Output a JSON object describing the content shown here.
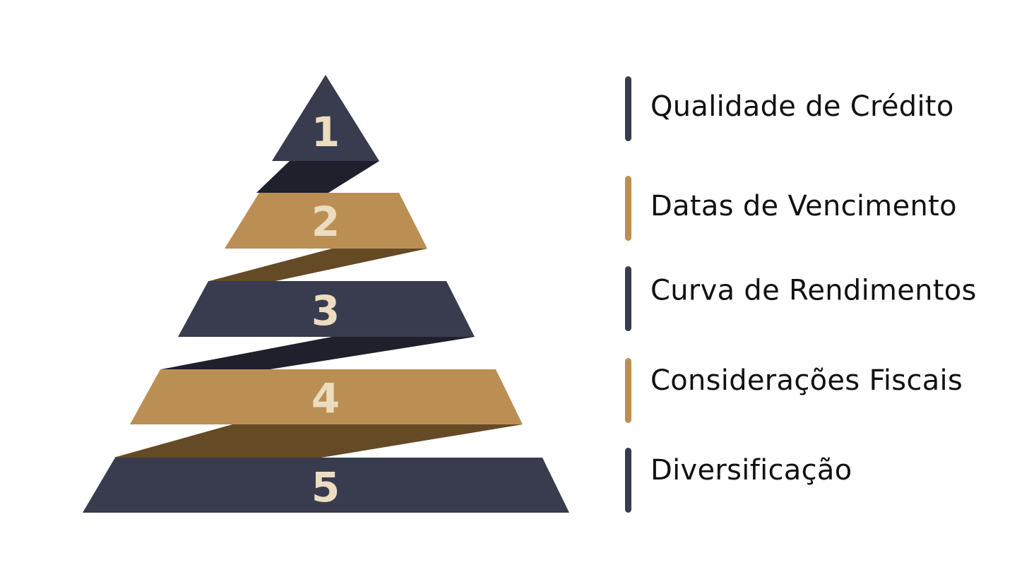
{
  "colors": {
    "navy": "#383c4e",
    "navy_shadow": "#1e202b",
    "gold": "#bb8f54",
    "gold_shadow": "#654a26",
    "number": "#ecdcc0",
    "text": "#111111"
  },
  "pyramid": {
    "levels": [
      {
        "number": "1",
        "color": "navy"
      },
      {
        "number": "2",
        "color": "gold"
      },
      {
        "number": "3",
        "color": "navy"
      },
      {
        "number": "4",
        "color": "gold"
      },
      {
        "number": "5",
        "color": "navy"
      }
    ]
  },
  "legend": {
    "items": [
      {
        "label": "Qualidade de Crédito",
        "color": "navy"
      },
      {
        "label": "Datas de Vencimento",
        "color": "gold"
      },
      {
        "label": "Curva de Rendimentos",
        "color": "navy"
      },
      {
        "label": "Considerações Fiscais",
        "color": "gold"
      },
      {
        "label": "Diversificação",
        "color": "navy"
      }
    ]
  }
}
